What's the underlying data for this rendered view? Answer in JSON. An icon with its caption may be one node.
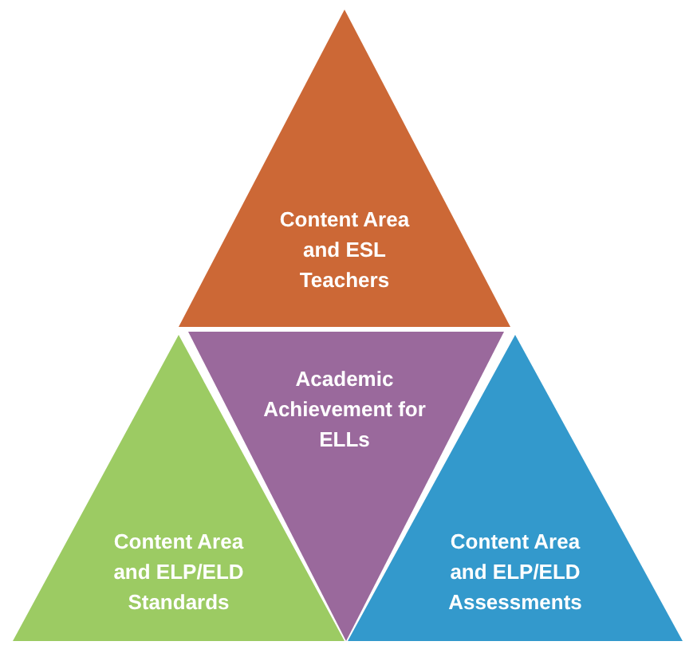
{
  "diagram": {
    "nodes": [
      {
        "text": [
          "Content Area and ESL Teachers"
        ]
      },
      {
        "text": [
          "Academic Achievement for ELLs"
        ]
      },
      {
        "text": [
          "Content Area and ELP/ELD Standards"
        ]
      },
      {
        "text": [
          "Content Area and ELP/ELD Assessments"
        ]
      }
    ]
  }
}
